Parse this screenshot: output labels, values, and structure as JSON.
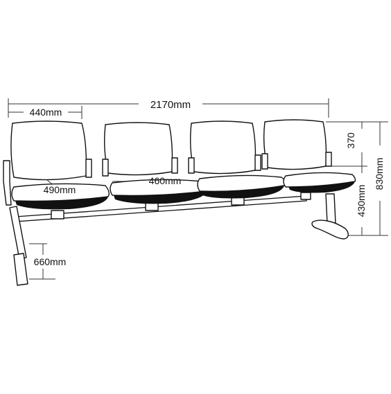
{
  "diagram": {
    "subject": "four-seat beam bench",
    "seat_count": 4,
    "dimensions": {
      "overall_width": "2170mm",
      "seat_width": "440mm",
      "seat_depth": "490mm",
      "seat_pitch": "460mm",
      "back_height": "370",
      "seat_height": "430mm",
      "overall_height": "830mm",
      "leg_depth": "660mm"
    },
    "colors": {
      "line": "#111111",
      "cushion": "#111111",
      "background": "#ffffff"
    }
  }
}
